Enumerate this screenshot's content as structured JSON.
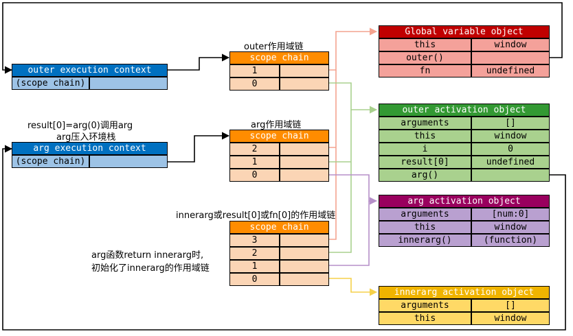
{
  "labels": {
    "outer_chain": "outer作用域链",
    "arg_chain": "arg作用域链",
    "result_note_line1": "result[0]=arg(0)调用arg",
    "result_note_line2": "arg压入环境栈",
    "innerarg_chain": "innerarg或result[0]或fn[0]的作用域链",
    "return_note_line1": "arg函数return innerarg时,",
    "return_note_line2": "初始化了innerarg的作用域链"
  },
  "contexts": {
    "outer": {
      "title": "outer execution context",
      "field": "(scope chain)"
    },
    "arg": {
      "title": "arg execution context",
      "field": "(scope chain)"
    }
  },
  "scope_chains": {
    "outer": {
      "title": "scope chain",
      "rows": [
        "1",
        "0"
      ]
    },
    "arg": {
      "title": "scope chain",
      "rows": [
        "2",
        "1",
        "0"
      ]
    },
    "innerarg": {
      "title": "scope chain",
      "rows": [
        "3",
        "2",
        "1",
        "0"
      ]
    }
  },
  "objects": {
    "global": {
      "title": "Global variable object",
      "rows": [
        [
          "this",
          "window"
        ],
        [
          "outer()",
          ""
        ],
        [
          "fn",
          "undefined"
        ]
      ]
    },
    "outer_ao": {
      "title": "outer activation object",
      "rows": [
        [
          "arguments",
          "[]"
        ],
        [
          "this",
          "window"
        ],
        [
          "i",
          "0"
        ],
        [
          "result[0]",
          "undefined"
        ],
        [
          "arg()",
          ""
        ]
      ]
    },
    "arg_ao": {
      "title": "arg activation object",
      "rows": [
        [
          "arguments",
          "[num:0]"
        ],
        [
          "this",
          "window"
        ],
        [
          "innerarg()",
          "(function)"
        ]
      ]
    },
    "innerarg_ao": {
      "title": "innerarg activation object",
      "rows": [
        [
          "arguments",
          "[]"
        ],
        [
          "this",
          "window"
        ]
      ]
    }
  },
  "colors": {
    "context_header": "#0070C0",
    "context_body": "#9DC3E6",
    "chain_header": "#FF8C00",
    "chain_body": "#FBD5B5",
    "global_header": "#C00000",
    "global_body": "#F4A19A",
    "outer_header": "#339933",
    "outer_body": "#A9D18E",
    "arg_header": "#99005E",
    "arg_body": "#B9A0D0",
    "innerarg_header": "#F0B400",
    "innerarg_body": "#FFD966",
    "link_global": "#F4A38F",
    "link_outer": "#A8D08D",
    "link_arg": "#B58FC8",
    "link_innerarg": "#F5D049"
  }
}
